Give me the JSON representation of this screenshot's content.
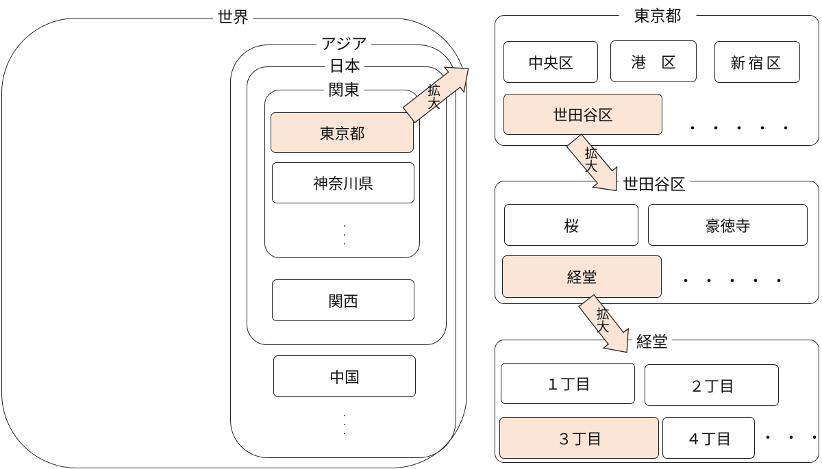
{
  "colors": {
    "highlight": "#fbe5d6",
    "stroke": "#222222"
  },
  "left": {
    "world": "世界",
    "asia": "アジア",
    "japan": "日本",
    "kanto": "関東",
    "tokyo": "東京都",
    "kanagawa": "神奈川県",
    "kansai": "関西",
    "china": "中国",
    "ellipsis": "・・・"
  },
  "tokyo_panel": {
    "title": "東京都",
    "items": [
      "中央区",
      "港　区",
      "新宿区",
      "世田谷区"
    ],
    "ellipsis": "・・・・・"
  },
  "setagaya_panel": {
    "title": "世田谷区",
    "items": [
      "桜",
      "豪徳寺",
      "経堂"
    ],
    "ellipsis": "・・・・・"
  },
  "kyodo_panel": {
    "title": "経堂",
    "items": [
      "１丁目",
      "２丁目",
      "３丁目",
      "４丁目"
    ],
    "ellipsis": "・・・"
  },
  "arrow_label": "拡大"
}
